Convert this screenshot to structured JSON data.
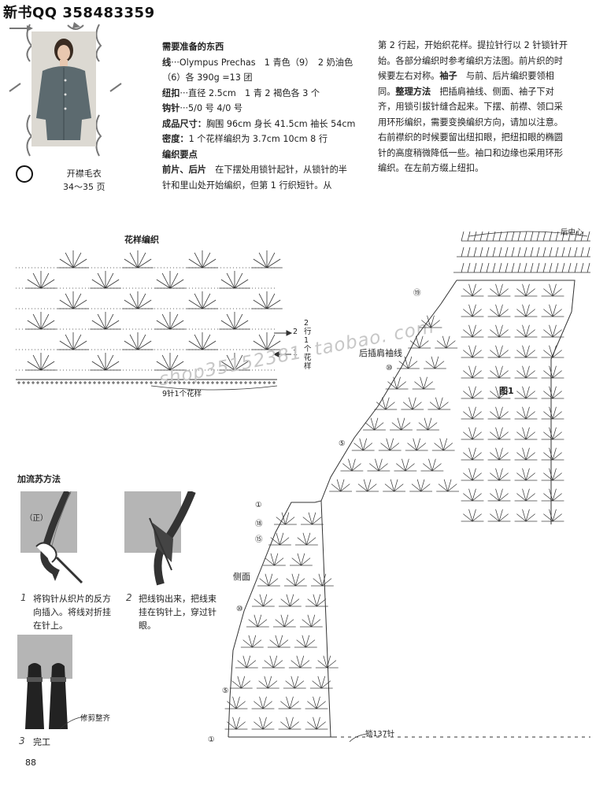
{
  "header": {
    "text": "新书QQ 358483359"
  },
  "caption": {
    "title": "开襟毛衣",
    "pages": "34～35 页"
  },
  "materials": {
    "title": "需要准备的东西",
    "yarn_label": "线",
    "yarn_text": "···Olympus Prechas　1 青色（9）　2 奶油色（6）各 390g =13 团",
    "button_label": "纽扣",
    "button_text": "···直径 2.5cm　1 青 2 褐色各 3 个",
    "hook_label": "钩针",
    "hook_text": "···5/0 号 4/0 号",
    "size_label": "成品尺寸：",
    "size_text": "胸围 96cm 身长 41.5cm 袖长 54cm",
    "gauge_label": "密度：",
    "gauge_text": "1 个花样编织为 3.7cm 10cm 8 行",
    "points_title": "编织要点",
    "front_back_label": "前片、后片",
    "front_back_text": "在下摆处用锁针起针，从锁针的半针和里山处开始编织，但第 1 行织短针。从"
  },
  "instructions": {
    "cont_text": "第 2 行起，开始织花样。提拉针行以 2 针锁针开始。各部分编织时参考编织方法图。前片织的时候要左右对称。",
    "sleeve_label": "袖子",
    "sleeve_text": "与前、后片编织要领相同。",
    "finish_label": "整理方法",
    "finish_text": "把插肩袖线、侧面、袖子下对齐，用锁引拔针缝合起来。下摆、前襟、领口采用环形编织，需要变换编织方向，请加以注意。右前襟织的时候要留出纽扣眼，把纽扣眼的椭圆针的高度稍微降低一些。袖口和边缘也采用环形编织。在左前方缀上纽扣。"
  },
  "pattern": {
    "title": "花样编织",
    "row_label": "2行1个花样",
    "repeat_label": "9针1个花样",
    "row2": "2",
    "row1": "1"
  },
  "fringe": {
    "title": "加流苏方法",
    "front_mark": "（正）",
    "step1_num": "1",
    "step1_text": "将钩针从织片的反方向插入。将线对折挂在针上。",
    "step2_num": "2",
    "step2_text": "把线钩出来，把线束挂在钩针上，穿过针眼。",
    "step3_num": "3",
    "step3_text": "完工",
    "trim_label": "修剪整齐"
  },
  "diagram": {
    "back_center": "后中心",
    "raglan_label": "后插肩袖线",
    "fig_label": "图1",
    "side_label": "侧面",
    "chain_label": "锁137针",
    "row_markers": [
      "⑲",
      "⑩",
      "⑤",
      "①",
      "⑱",
      "⑮",
      "⑩",
      "⑤",
      "①"
    ]
  },
  "watermark": {
    "text": "shop35152381. taobao. com"
  },
  "page_number": "88",
  "colors": {
    "ink": "#222222",
    "watermark": "#c7c7c7",
    "photo_bg": "#d9d6cf",
    "sweater": "#5c6a6f"
  }
}
